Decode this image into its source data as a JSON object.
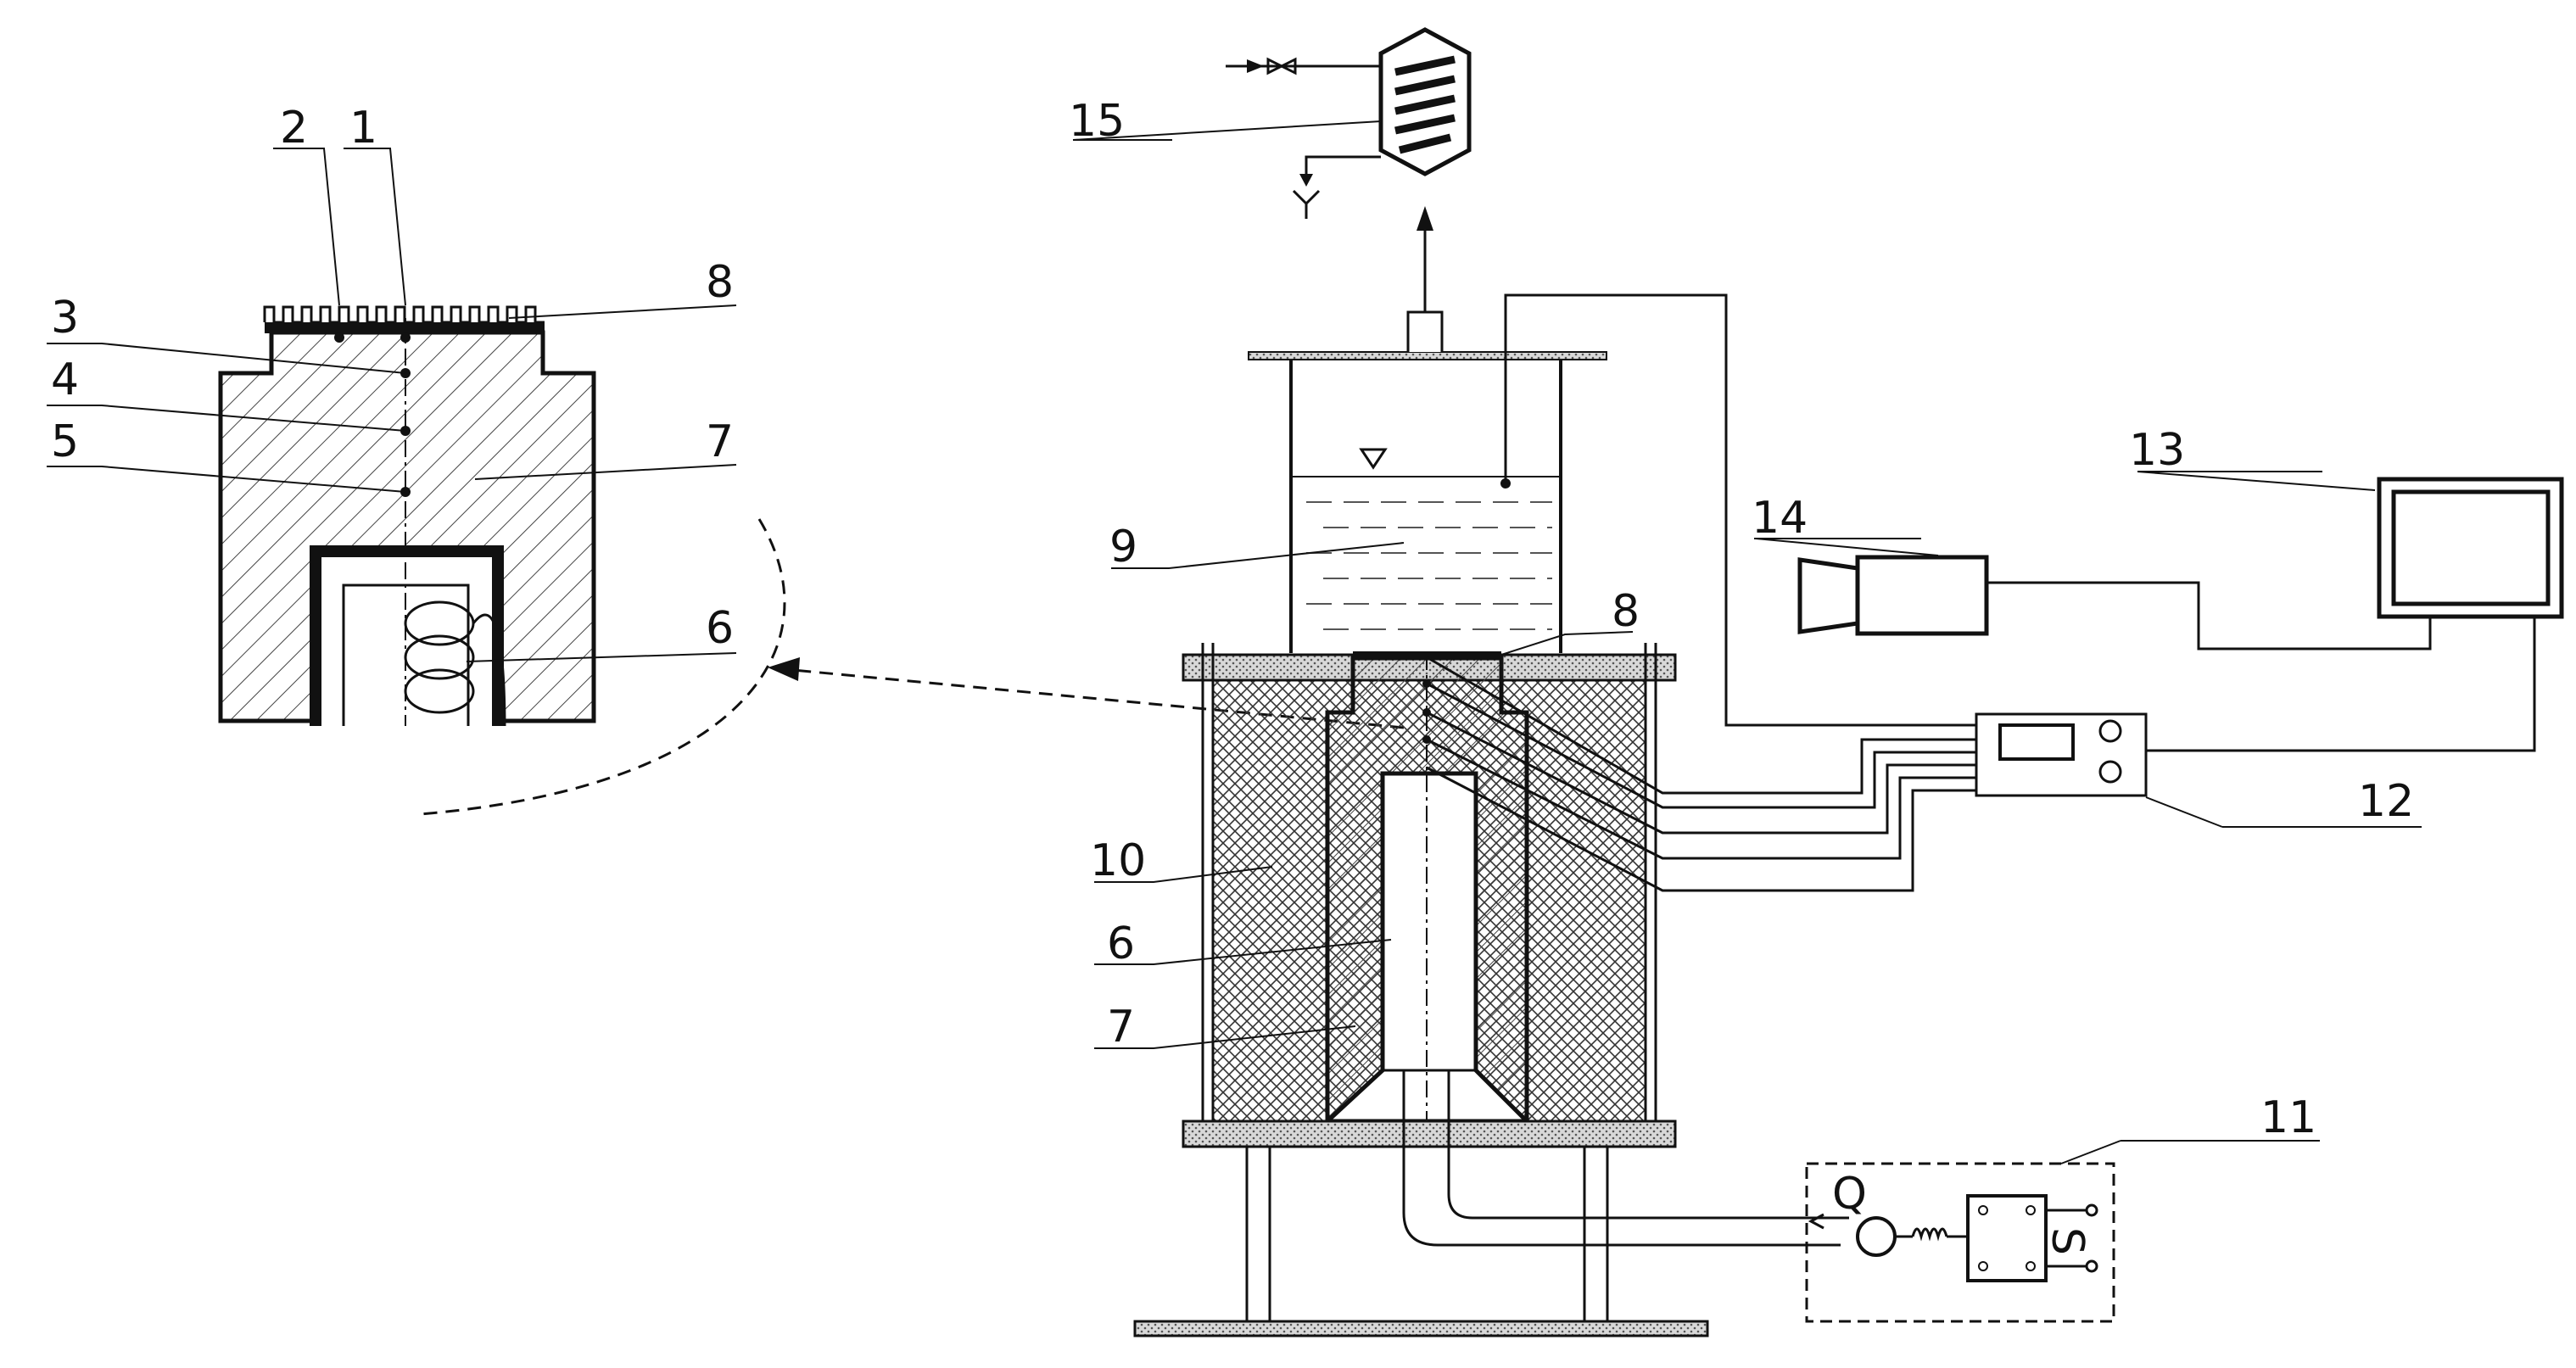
{
  "labels": {
    "d_2": "2",
    "d_1": "1",
    "d_8": "8",
    "d_3": "3",
    "d_4": "4",
    "d_5": "5",
    "d_7": "7",
    "d_6": "6",
    "m_15": "15",
    "m_9": "9",
    "m_8": "8",
    "m_10": "10",
    "m_6": "6",
    "m_7": "7",
    "m_14": "14",
    "m_13": "13",
    "m_12": "12",
    "m_11": "11"
  },
  "pump_label": "Q",
  "switch_label": "S"
}
